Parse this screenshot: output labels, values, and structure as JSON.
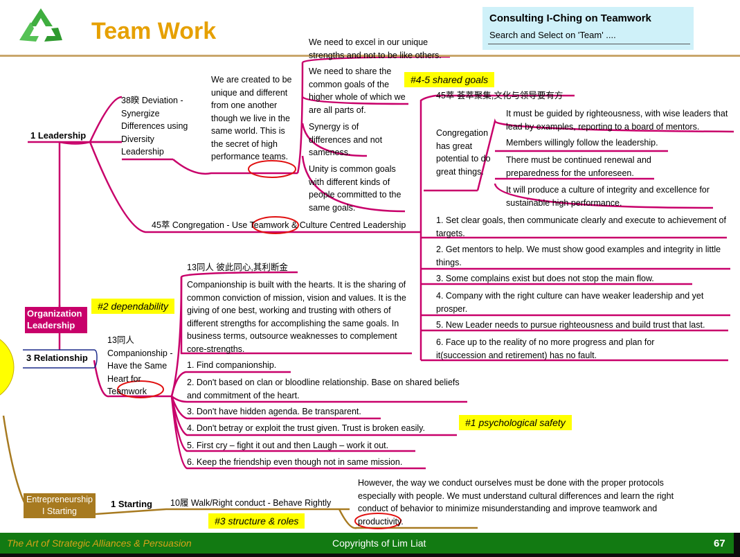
{
  "header": {
    "title": "Team Work",
    "consult_title": "Consulting I-Ching on Teamwork",
    "consult_sub": "Search and Select on 'Team' ...."
  },
  "colors": {
    "branch": "#c8006a",
    "branch_brown": "#a77a20",
    "title": "#e6a000",
    "tag_bg": "#ffff00",
    "footer_bg": "#127a12"
  },
  "icon": "recycle-icon",
  "tags": {
    "shared_goals": "#4-5 shared goals",
    "dependability": "#2 dependability",
    "psych_safety": "#1 psychological safety",
    "structure": "#3 structure & roles"
  },
  "nodes": {
    "org_leadership": "Organization Leadership",
    "leadership": "1 Leadership",
    "relationship": "3 Relationship",
    "entrepreneurship": "Entrepreneurship I Starting",
    "starting": "1 Starting",
    "deviation": "38睽 Deviation - Synergize Differences using Diversity Leadership",
    "unique": "We are created to be unique and different from one another though we live in the same world. This is the secret of high performance teams.",
    "excel": "We need to excel in our unique strengths and not to be like others.",
    "share_goals": "We need to share the common goals of the higher whole of which we are all parts of.",
    "synergy": "Synergy is of differences and not sameness.",
    "unity": "Unity is common goals with different kinds of people committed to the same goals.",
    "congregation_branch": "45萃 Congregation - Use Teamwork & Culture Centred Leadership",
    "congregation_chinese": "45萃 荟萃聚集,文化与领导要有方",
    "congregation_potential": "Congregation has great potential to do great things.",
    "cong_items": [
      "It must be guided by righteousness, with wise leaders that lead by examples, reporting to a board of mentors.",
      "Members willingly follow the leadership.",
      "There must be continued renewal and preparedness for the unforeseen.",
      "It will produce a culture of integrity and excellence for sustainable high performance."
    ],
    "numbered": [
      "1. Set clear goals, then communicate clearly and execute to achievement of targets.",
      "2. Get mentors to help. We must show good examples and integrity in little things.",
      "3. Some complains exist but does not stop the main flow.",
      "4. Company with the right culture can have weaker leadership and yet prosper.",
      "5. New Leader needs to pursue righteousness and build trust that last.",
      "6. Face up to the reality of no more progress and plan for it(succession and retirement) has no fault."
    ],
    "companion_chinese": "13同人 彼此同心,其利断金",
    "companion_node": "13同人 Companionship - Have the Same Heart for Teamwork",
    "companion_text": "Companionship is built with the hearts. It is the sharing of common conviction of mission, vision and values. It is the giving of one best, working and trusting with others of different strengths for accomplishing the same goals. In business terms, outsource weaknesses to complement core-strengths.",
    "companion_items": [
      "1.    Find companionship.",
      "2.    Don't based on clan or bloodline relationship. Base on shared beliefs and commitment of the heart.",
      "3.    Don't have hidden agenda. Be transparent.",
      "4.    Don't betray or exploit the trust given. Trust  is broken easily.",
      "5.    First cry – fight it out  and then Laugh – work it out.",
      "6.    Keep the friendship even though not in same mission."
    ],
    "walk": "10履 Walk/Right conduct - Behave Rightly",
    "however": "However, the way we conduct ourselves must be done with the proper protocols especially with people. We must understand cultural differences and learn the right conduct of behavior to minimize misunderstanding and improve teamwork and productivity."
  },
  "footer": {
    "left": "The Art of Strategic Alliances & Persuasion",
    "center": "Copyrights of Lim Liat",
    "page": "67"
  }
}
